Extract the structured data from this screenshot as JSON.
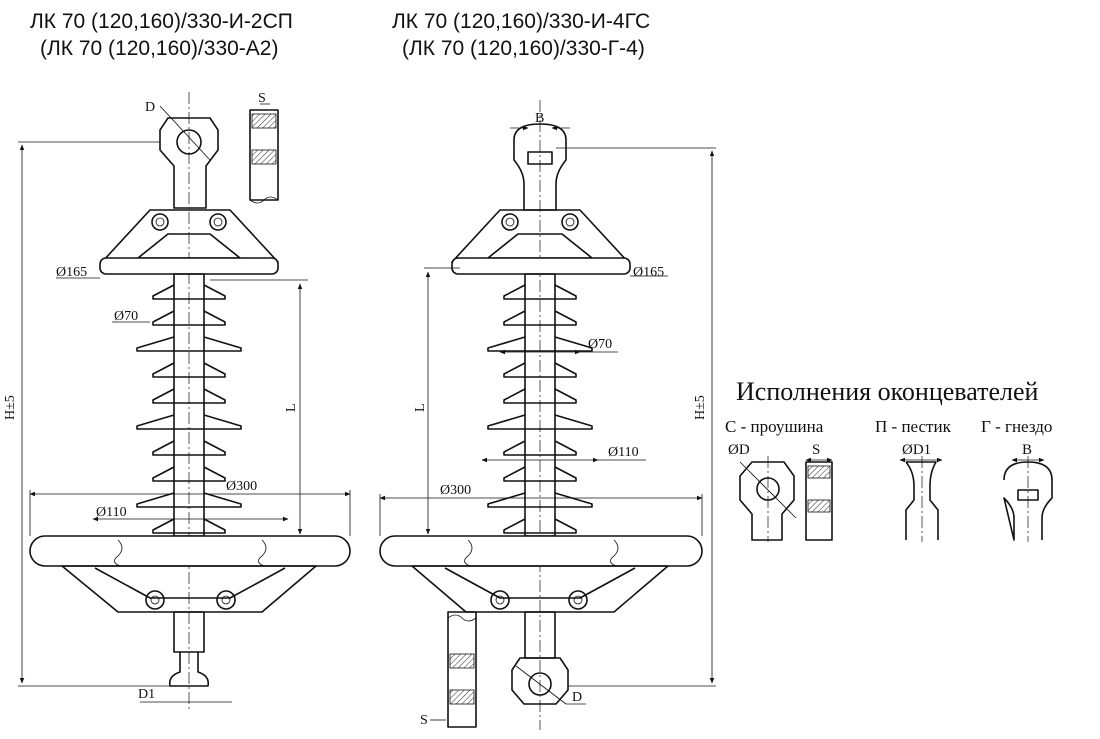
{
  "titles": {
    "left_line1": "ЛК 70 (120,160)/330-И-2СП",
    "left_line2": "(ЛК 70 (120,160)/330-А2)",
    "right_line1": "ЛК 70 (120,160)/330-И-4ГС",
    "right_line2": "(ЛК 70 (120,160)/330-Г-4)"
  },
  "left_insulator": {
    "dim_D": "D",
    "dim_S": "S",
    "dim_d165": "Ø165",
    "dim_d70": "Ø70",
    "dim_d110": "Ø110",
    "dim_d300": "Ø300",
    "dim_H": "H±5",
    "dim_L": "L",
    "dim_D1": "D1"
  },
  "right_insulator": {
    "dim_B": "B",
    "dim_d165": "Ø165",
    "dim_d70": "Ø70",
    "dim_d110": "Ø110",
    "dim_d300": "Ø300",
    "dim_H": "H±5",
    "dim_L": "L",
    "dim_D": "D",
    "dim_S": "S"
  },
  "legend": {
    "title": "Исполнения оконцевателей",
    "c_label": "С - проушина",
    "p_label": "П - пестик",
    "g_label": "Г - гнездо",
    "dim_D": "ØD",
    "dim_S": "S",
    "dim_D1": "ØD1",
    "dim_B": "B"
  }
}
